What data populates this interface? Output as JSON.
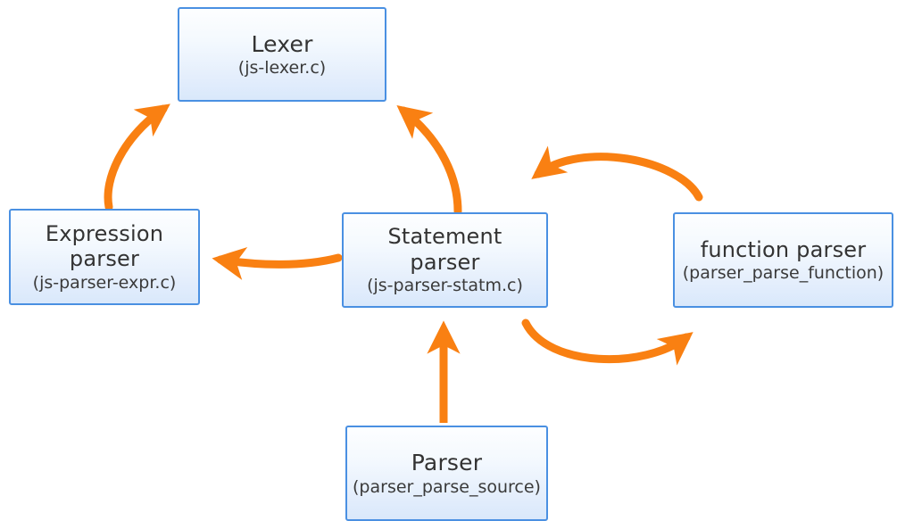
{
  "diagram": {
    "background": "#ffffff",
    "node_border_color": "#4a90e2",
    "node_fill_top": "#fdfeff",
    "node_fill_bottom": "#d9e8fb",
    "arrow_color": "#f98012",
    "nodes": [
      {
        "id": "lexer",
        "title": "Lexer",
        "subtitle": "(js-lexer.c)"
      },
      {
        "id": "expression-parser",
        "title": "Expression\nparser",
        "subtitle": "(js-parser-expr.c)"
      },
      {
        "id": "statement-parser",
        "title": "Statement\nparser",
        "subtitle": "(js-parser-statm.c)"
      },
      {
        "id": "function-parser",
        "title": "function parser",
        "subtitle": "(parser_parse_function)"
      },
      {
        "id": "parser",
        "title": "Parser",
        "subtitle": "(parser_parse_source)"
      }
    ],
    "edges": [
      {
        "id": "expression-parser-to-lexer",
        "from": "expression-parser",
        "to": "lexer",
        "style": "curved"
      },
      {
        "id": "statement-parser-to-lexer",
        "from": "statement-parser",
        "to": "lexer",
        "style": "curved"
      },
      {
        "id": "statement-parser-to-expression-parser",
        "from": "statement-parser",
        "to": "expression-parser",
        "style": "curved"
      },
      {
        "id": "function-parser-to-statement-parser",
        "from": "function-parser",
        "to": "statement-parser",
        "style": "arc-over"
      },
      {
        "id": "statement-parser-to-function-parser",
        "from": "statement-parser",
        "to": "function-parser",
        "style": "arc-under"
      },
      {
        "id": "parser-to-statement-parser",
        "from": "parser",
        "to": "statement-parser",
        "style": "straight"
      }
    ]
  }
}
